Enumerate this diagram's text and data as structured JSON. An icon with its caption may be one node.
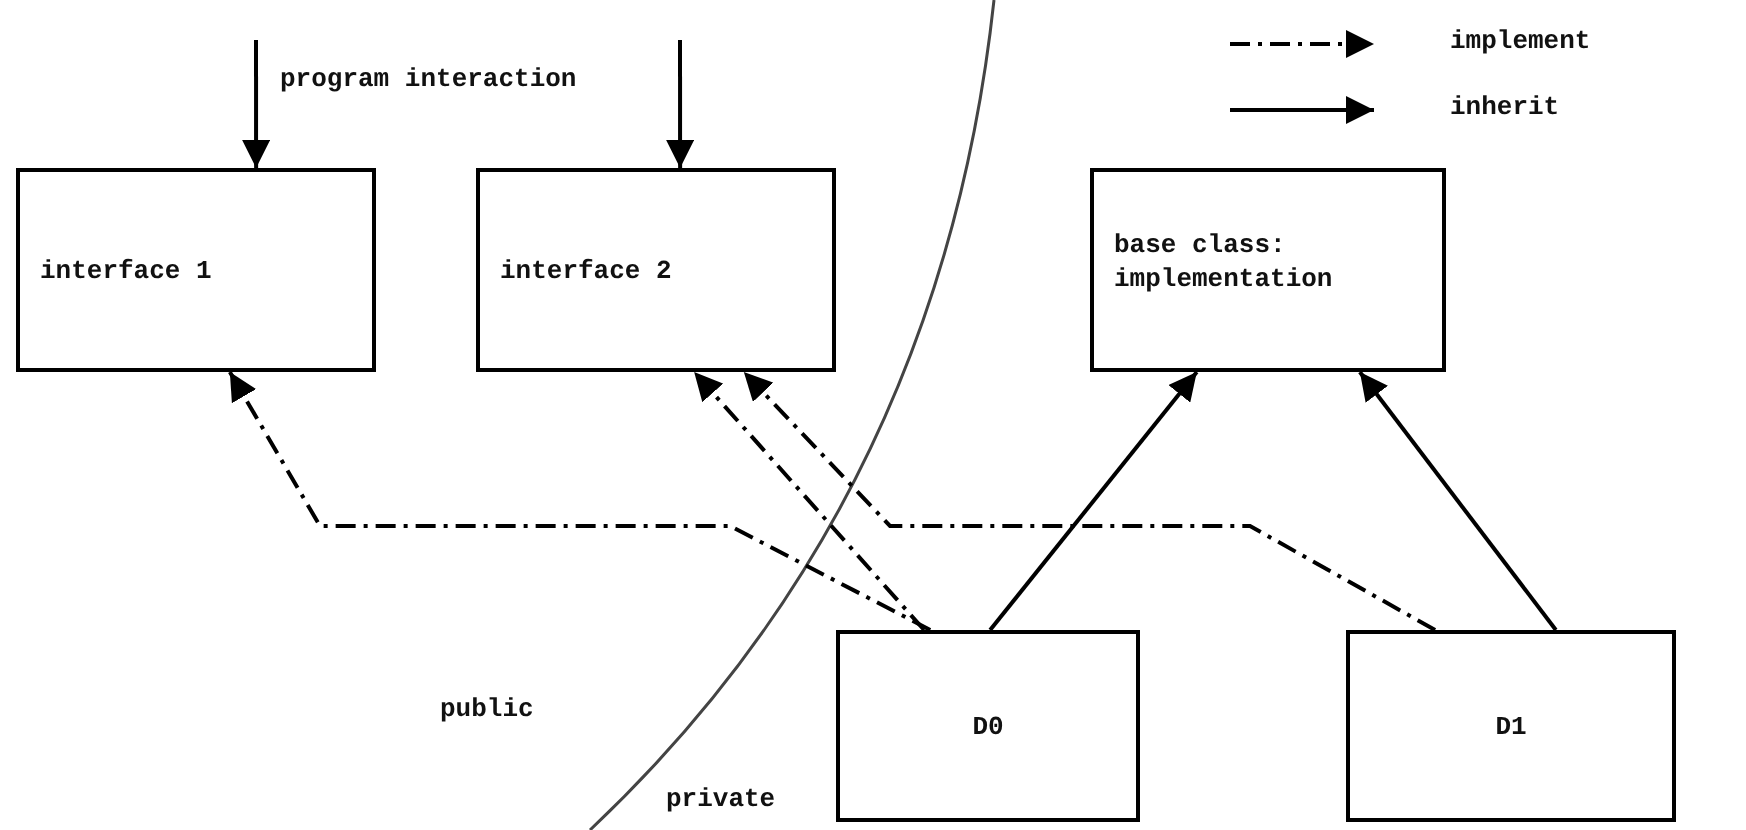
{
  "diagram": {
    "nodes": [
      {
        "text": [
          "interface 1"
        ]
      },
      {
        "text": [
          "interface 2"
        ]
      },
      {
        "text": [
          "base class: implementation"
        ]
      },
      {
        "text": [
          "D0"
        ]
      },
      {
        "text": [
          "D1"
        ]
      }
    ],
    "edges": [
      {
        "from": null,
        "to": 0,
        "arrow": "to"
      },
      {
        "from": null,
        "to": 1,
        "arrow": "to"
      },
      {
        "from": 3,
        "to": 0,
        "arrow": "to",
        "style": "dashed"
      },
      {
        "from": 3,
        "to": 1,
        "arrow": "to",
        "style": "dashed"
      },
      {
        "from": 4,
        "to": 1,
        "arrow": "to",
        "style": "dashed"
      },
      {
        "from": 3,
        "to": 2,
        "arrow": "to"
      },
      {
        "from": 4,
        "to": 2,
        "arrow": "to"
      }
    ],
    "labels": [
      "program interaction",
      "public",
      "private"
    ],
    "legend": [
      {
        "text": "implement"
      },
      {
        "text": "inherit"
      }
    ]
  }
}
